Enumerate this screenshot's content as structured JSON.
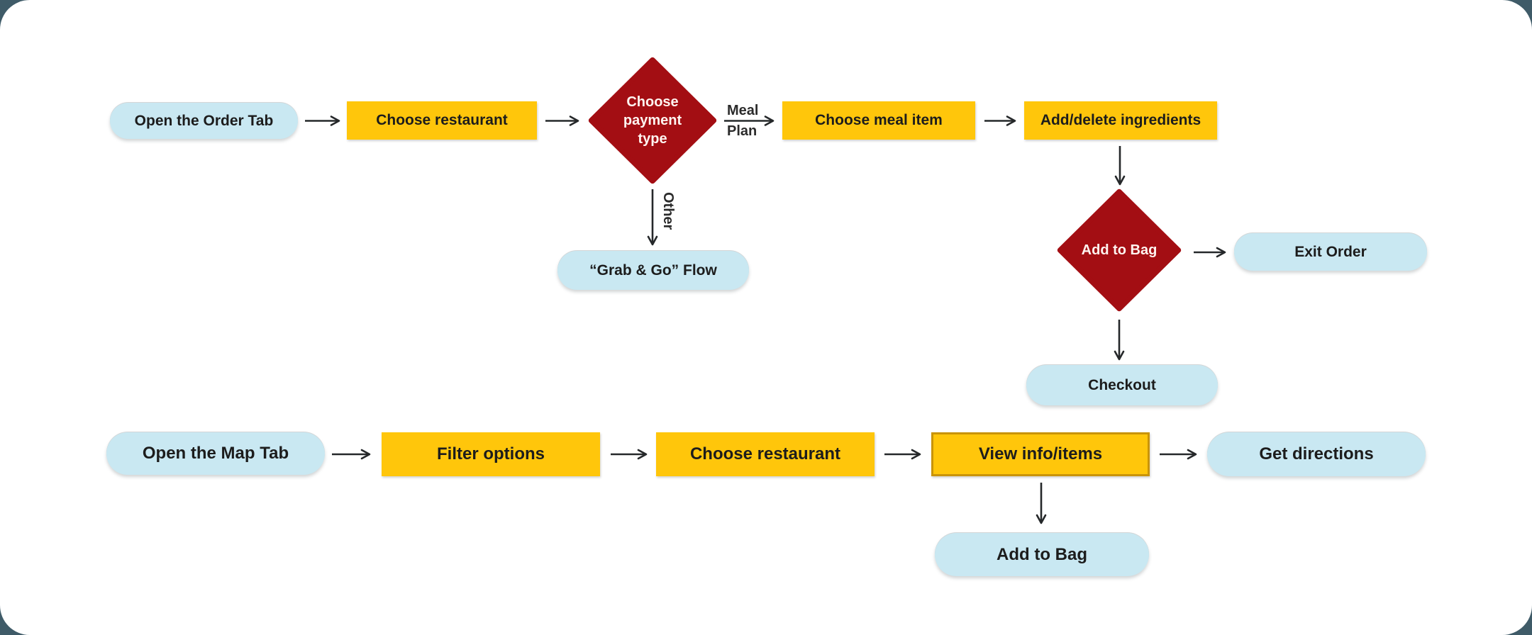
{
  "colors": {
    "process": "#FFC60B",
    "process_border": "#C9940A",
    "terminal": "#C9E8F2",
    "decision": "#A30E13",
    "decision_text": "#FFF4F0",
    "node_text": "#1C1C1C",
    "arrow": "#25282A",
    "page_bg": "#3F5B68",
    "canvas_bg": "#FFFFFF"
  },
  "order_flow": {
    "open_order_tab": "Open the Order Tab",
    "choose_restaurant": "Choose restaurant",
    "choose_payment_type": "Choose payment type",
    "meal_plan_line1": "Meal",
    "meal_plan_line2": "Plan",
    "other_label": "Other",
    "choose_meal_item": "Choose meal item",
    "add_delete_ingredients": "Add/delete ingredients",
    "add_to_bag": "Add to Bag",
    "exit_order": "Exit Order",
    "checkout": "Checkout",
    "grab_and_go_flow": "“Grab & Go” Flow"
  },
  "map_flow": {
    "open_map_tab": "Open the Map Tab",
    "filter_options": "Filter options",
    "choose_restaurant": "Choose restaurant",
    "view_info_items": "View info/items",
    "get_directions": "Get directions",
    "add_to_bag": "Add to Bag"
  }
}
